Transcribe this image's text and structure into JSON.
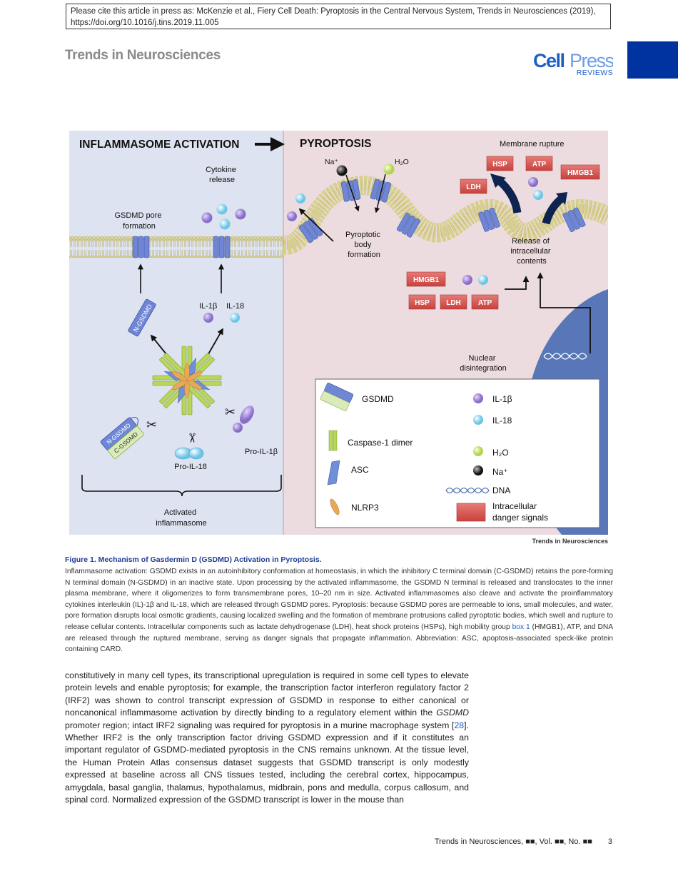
{
  "header": {
    "citation_line1": "Please cite this article in press as: McKenzie et al., Fiery Cell Death: Pyroptosis in the Central Nervous System, Trends in Neurosciences (2019),",
    "citation_line2": "https://doi.org/10.1016/j.tins.2019.11.005",
    "journal": "Trends in Neurosciences",
    "logo_cell": "Cell",
    "logo_press": "Press",
    "logo_reviews": "REVIEWS"
  },
  "figure": {
    "left_title": "INFLAMMASOME ACTIVATION",
    "right_title": "PYROPTOSIS",
    "cytokine_release": [
      "Cytokine",
      "release"
    ],
    "gsdmd_pore": [
      "GSDMD pore",
      "formation"
    ],
    "na": "Na⁺",
    "h2o": "H₂O",
    "membrane_rupture": "Membrane rupture",
    "pyroptotic_body": [
      "Pyroptotic",
      "body",
      "formation"
    ],
    "release_contents": [
      "Release of",
      "intracellular",
      "contents"
    ],
    "il1b": "IL-1β",
    "il18": "IL-18",
    "n_gsdmd": "N-GSDMD",
    "c_gsdmd": "C-GSDMD",
    "pro_il1b": "Pro-IL-1β",
    "pro_il18": "Pro-IL-18",
    "activated_inflammasome": [
      "Activated",
      "inflammasome"
    ],
    "nuclear_disintegration": [
      "Nuclear",
      "disintegration"
    ],
    "danger_labels": {
      "hsp": "HSP",
      "atp": "ATP",
      "hmgb1": "HMGB1",
      "ldh": "LDH"
    },
    "legend": {
      "gsdmd": "GSDMD",
      "caspase": "Caspase-1 dimer",
      "asc": "ASC",
      "nlrp3": "NLRP3",
      "il1b": "IL-1β",
      "il18": "IL-18",
      "h2o": "H₂O",
      "na": "Na⁺",
      "dna": "DNA",
      "danger": [
        "Intracellular",
        "danger signals"
      ]
    },
    "credit": "Trends in Neurosciences",
    "colors": {
      "left_bg": "#dde3f0",
      "right_bg": "#ecdcdf",
      "nucleus": "#5876b8",
      "danger_box": "#d9534f",
      "il1b": "#9a7fd1",
      "il18": "#8fd3ec",
      "h2o": "#c5e063",
      "gsdmd_blue": "#6f86d6",
      "gsdmd_green": "#d9ecb8",
      "caspase": "#b8d65c",
      "asc": "#6f8fd8",
      "nlrp3": "#e8a85a"
    }
  },
  "caption": {
    "title": "Figure 1. Mechanism of Gasdermin D (GSDMD) Activation in Pyroptosis.",
    "text_part1": "Inflammasome activation: GSDMD exists in an autoinhibitory conformation at homeostasis, in which the inhibitory C terminal domain (C-GSDMD) retains the pore-forming N terminal domain (N-GSDMD) in an inactive state. Upon processing by the activated inflammasome, the GSDMD N terminal is released and translocates to the inner plasma membrane, where it oligomerizes to form transmembrane pores, 10–20 nm in size. Activated inflammasomes also cleave and activate the proinflammatory cytokines interleukin (IL)-1β and IL-18, which are released through GSDMD pores. Pyroptosis: because GSDMD pores are permeable to ions, small molecules, and water, pore formation disrupts local osmotic gradients, causing localized swelling and the formation of membrane protrusions called pyroptotic bodies, which swell and rupture to release cellular contents. Intracellular components such as lactate dehydrogenase (LDH), heat shock proteins (HSPs), high mobility group ",
    "link": "box 1",
    "text_part2": " (HMGB1), ATP, and DNA are released through the ruptured membrane, serving as danger signals that propagate inflammation. Abbreviation: ASC, apoptosis-associated speck-like protein containing CARD."
  },
  "body": {
    "text_part1": "constitutively in many cell types, its transcriptional upregulation is required in some cell types to elevate protein levels and enable pyroptosis; for example, the transcription factor interferon regulatory factor 2 (IRF2) was shown to control transcript expression of GSDMD in response to either canonical or noncanonical inflammasome activation by directly binding to a regulatory element within the ",
    "italic": "GSDMD",
    "text_part2": " promoter region; intact IRF2 signaling was required for pyroptosis in a murine macrophage system [",
    "ref": "28",
    "text_part3": "]. Whether IRF2 is the only transcription factor driving GSDMD expression and if it constitutes an important regulator of GSDMD-mediated pyroptosis in the CNS remains unknown. At the tissue level, the Human Protein Atlas consensus dataset suggests that GSDMD transcript is only modestly expressed at baseline across all CNS tissues tested, including the cerebral cortex, hippocampus, amygdala, basal ganglia, thalamus, hypothalamus, midbrain, pons and medulla, corpus callosum, and spinal cord. Normalized expression of the GSDMD transcript is lower in the mouse than"
  },
  "footer": {
    "text": "Trends in Neurosciences, ■■, Vol. ■■, No. ■■",
    "page": "3"
  }
}
